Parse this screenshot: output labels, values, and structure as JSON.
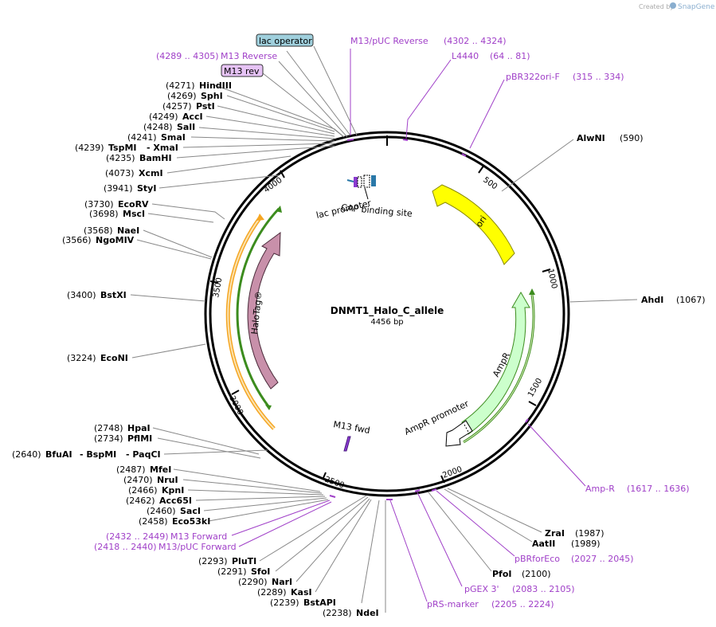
{
  "credit": {
    "created_by": "Created by",
    "brand": "SnapGene"
  },
  "plasmid": {
    "name": "DNMT1_Halo_C_allele",
    "length_label": "4456 bp",
    "total_bp": 4456
  },
  "ticks": [
    "500",
    "1000",
    "1500",
    "2000",
    "2500",
    "3000",
    "3500",
    "4000"
  ],
  "enzymes_left": [
    {
      "pos": "(4271)",
      "name": "HindIII"
    },
    {
      "pos": "(4269)",
      "name": "SphI"
    },
    {
      "pos": "(4257)",
      "name": "PstI"
    },
    {
      "pos": "(4249)",
      "name": "AccI"
    },
    {
      "pos": "(4248)",
      "name": "SalI"
    },
    {
      "pos": "(4241)",
      "name": "SmaI"
    },
    {
      "pos": "(4239)",
      "name": "TspMI",
      "extra": "- XmaI"
    },
    {
      "pos": "(4235)",
      "name": "BamHI"
    },
    {
      "pos": "(4073)",
      "name": "XcmI"
    },
    {
      "pos": "(3941)",
      "name": "StyI"
    },
    {
      "pos": "(3730)",
      "name": "EcoRV"
    },
    {
      "pos": "(3698)",
      "name": "MscI"
    },
    {
      "pos": "(3568)",
      "name": "NaeI"
    },
    {
      "pos": "(3566)",
      "name": "NgoMIV"
    },
    {
      "pos": "(3400)",
      "name": "BstXI"
    },
    {
      "pos": "(3224)",
      "name": "EcoNI"
    },
    {
      "pos": "(2748)",
      "name": "HpaI"
    },
    {
      "pos": "(2734)",
      "name": "PflMI"
    },
    {
      "pos": "(2640)",
      "name": "BfuAI",
      "extra": "- BspMI",
      "extra2": "- PaqCI"
    },
    {
      "pos": "(2487)",
      "name": "MfeI"
    },
    {
      "pos": "(2470)",
      "name": "NruI"
    },
    {
      "pos": "(2466)",
      "name": "KpnI"
    },
    {
      "pos": "(2462)",
      "name": "Acc65I"
    },
    {
      "pos": "(2460)",
      "name": "SacI"
    },
    {
      "pos": "(2458)",
      "name": "Eco53kI"
    },
    {
      "pos": "(2293)",
      "name": "PluTI"
    },
    {
      "pos": "(2291)",
      "name": "SfoI"
    },
    {
      "pos": "(2290)",
      "name": "NarI"
    },
    {
      "pos": "(2289)",
      "name": "KasI"
    },
    {
      "pos": "(2239)",
      "name": "BstAPI"
    },
    {
      "pos": "(2238)",
      "name": "NdeI"
    }
  ],
  "enzymes_right": [
    {
      "pos": "(590)",
      "name": "AlwNI"
    },
    {
      "pos": "(1067)",
      "name": "AhdI"
    },
    {
      "pos": "(1987)",
      "name": "ZraI"
    },
    {
      "pos": "(1989)",
      "name": "AatII"
    },
    {
      "pos": "(2100)",
      "name": "PfoI"
    }
  ],
  "primers": [
    {
      "name": "M13/pUC Reverse",
      "range": "(4302 .. 4324)"
    },
    {
      "name": "M13 Reverse",
      "range": "(4289 .. 4305)"
    },
    {
      "name": "L4440",
      "range": "(64 .. 81)"
    },
    {
      "name": "pBR322ori-F",
      "range": "(315 .. 334)"
    },
    {
      "name": "Amp-R",
      "range": "(1617 .. 1636)"
    },
    {
      "name": "pBRforEco",
      "range": "(2027 .. 2045)"
    },
    {
      "name": "pGEX 3'",
      "range": "(2083 .. 2105)"
    },
    {
      "name": "pRS-marker",
      "range": "(2205 .. 2224)"
    },
    {
      "name": "M13 Forward",
      "range": "(2432 .. 2449)"
    },
    {
      "name": "M13/pUC Forward",
      "range": "(2418 .. 2440)"
    }
  ],
  "boxes": {
    "lac_operator": "lac operator",
    "m13_rev": "M13 rev"
  },
  "features": {
    "ori": "ori",
    "ampr": "AmpR",
    "ampr_promoter": "AmpR promoter",
    "halotag": "HaloTag®",
    "m13_fwd": "M13 fwd",
    "lac_promoter": "lac promoter",
    "cap_site": "CAP binding site"
  },
  "colors": {
    "ori": "#ffff00",
    "ampr": "#ccffcc",
    "halotag": "#c890aa",
    "primer": "#a040c8",
    "orange_arc": "#f5a623",
    "green_arc": "#3c8c1e",
    "lac_operator_box": "#9fcfdc",
    "m13_rev_box": "#e6c3f5"
  }
}
